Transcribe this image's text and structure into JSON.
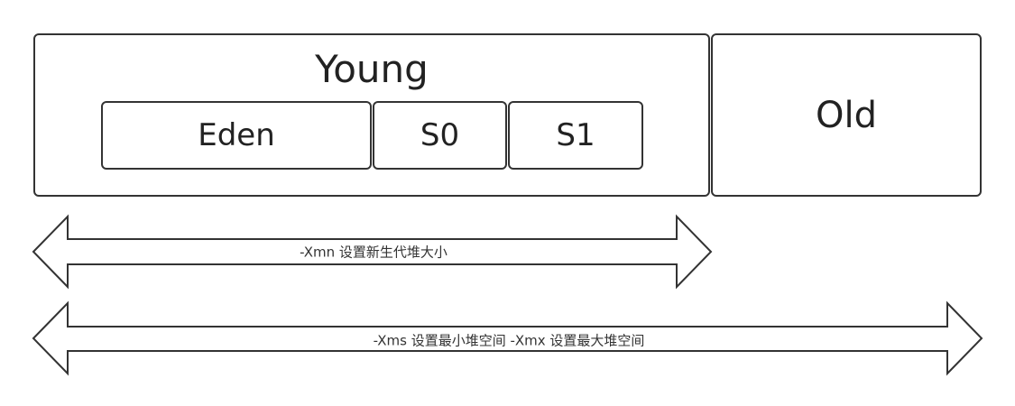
{
  "diagram": {
    "young": {
      "label": "Young"
    },
    "old": {
      "label": "Old"
    },
    "eden": {
      "label": "Eden"
    },
    "s0": {
      "label": "S0"
    },
    "s1": {
      "label": "S1"
    },
    "xmn_arrow": {
      "label": "-Xmn 设置新生代堆大小"
    },
    "heap_arrow": {
      "label": "-Xms 设置最小堆空间   -Xmx 设置最大堆空间"
    }
  },
  "colors": {
    "stroke": "#333333",
    "background": "#ffffff"
  }
}
